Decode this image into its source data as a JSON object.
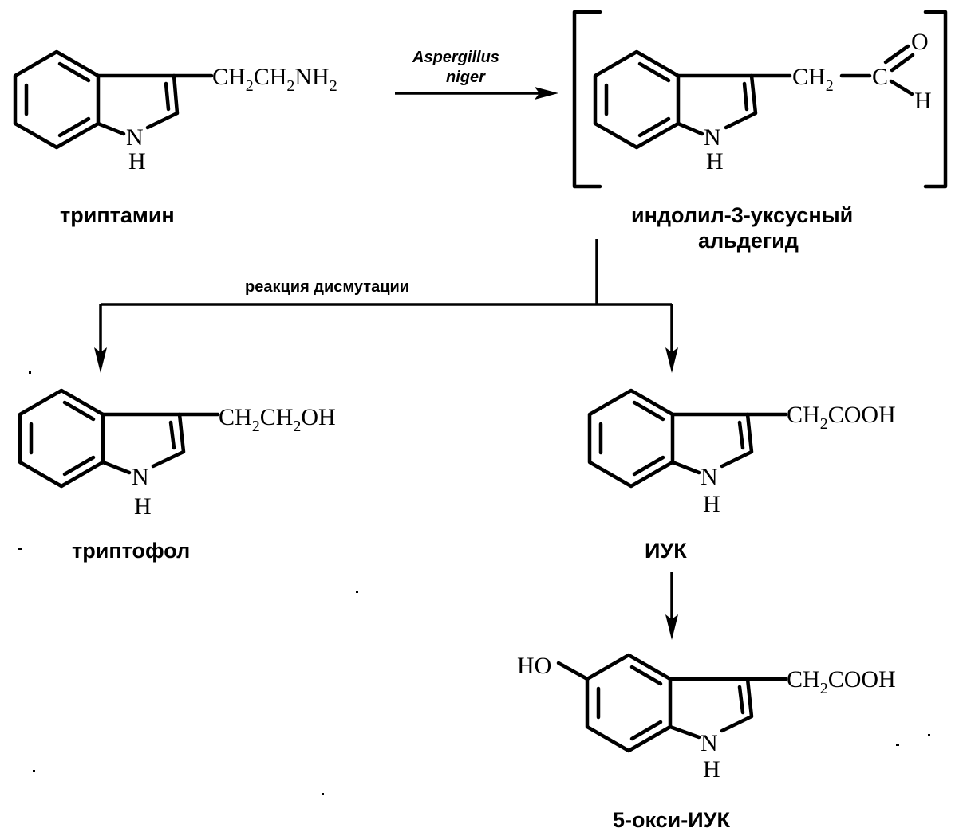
{
  "compounds": {
    "tryptamine": {
      "name": "триптамин",
      "ch2": "CH",
      "sub1": "2",
      "ch2b": "CH",
      "sub2": "2",
      "nh": "NH",
      "sub3": "2",
      "ring_n": "N",
      "ring_h": "H"
    },
    "aldehyde": {
      "name_line1": "индолил-3-уксусный",
      "name_line2": "альдегид",
      "ch2": "CH",
      "sub1": "2",
      "c": "C",
      "o": "O",
      "h": "H",
      "ring_n": "N",
      "ring_h": "H"
    },
    "tryptophol": {
      "name": "триптофол",
      "ch2": "CH",
      "sub1": "2",
      "ch2b": "CH",
      "sub2": "2",
      "oh": "OH",
      "ring_n": "N",
      "ring_h": "H"
    },
    "iaa": {
      "name": "ИУК",
      "ch2": "CH",
      "sub1": "2",
      "cooh": "COOH",
      "ring_n": "N",
      "ring_h": "H"
    },
    "hydroxy_iaa": {
      "name": "5-окси-ИУК",
      "ho": "HO",
      "ch2": "CH",
      "sub1": "2",
      "cooh": "COOH",
      "ring_n": "N",
      "ring_h": "H"
    }
  },
  "reactions": {
    "step1_condition_line1": "Aspergillus",
    "step1_condition_line2": "niger",
    "dismutation_label": "реакция дисмутации"
  }
}
